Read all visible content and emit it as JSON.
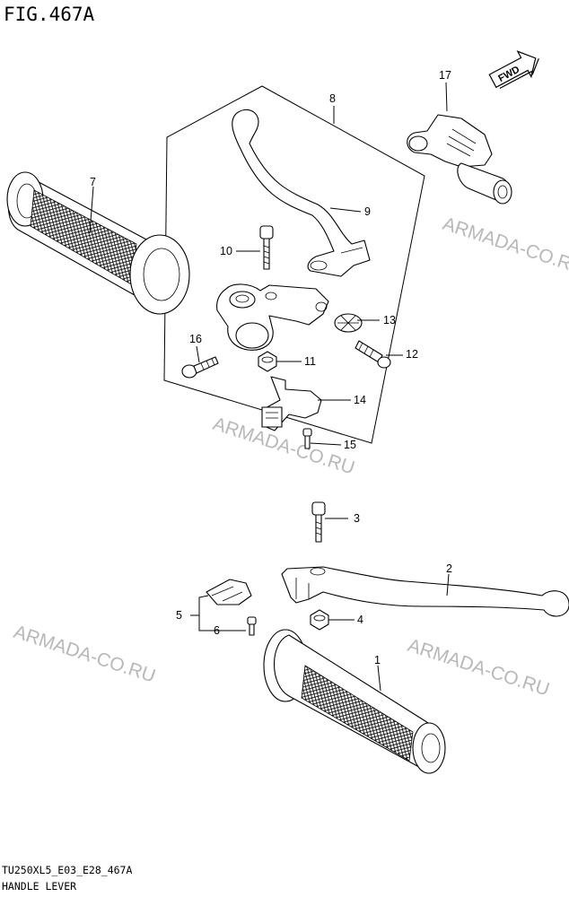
{
  "figure": {
    "title": "FIG.467A",
    "footer_code": "TU250XL5_E03_E28_467A",
    "footer_name": "HANDLE LEVER"
  },
  "direction_badge": "FWD",
  "watermarks": [
    "ARMADA-CO.RU",
    "ARMADA-CO.RU",
    "ARMADA-CO.RU",
    "ARMADA-CO.RU"
  ],
  "callouts": [
    {
      "id": "c1",
      "label": "1"
    },
    {
      "id": "c2",
      "label": "2"
    },
    {
      "id": "c3",
      "label": "3"
    },
    {
      "id": "c4",
      "label": "4"
    },
    {
      "id": "c5",
      "label": "5"
    },
    {
      "id": "c6",
      "label": "6"
    },
    {
      "id": "c7",
      "label": "7"
    },
    {
      "id": "c8",
      "label": "8"
    },
    {
      "id": "c9",
      "label": "9"
    },
    {
      "id": "c10",
      "label": "10"
    },
    {
      "id": "c11",
      "label": "11"
    },
    {
      "id": "c12",
      "label": "12"
    },
    {
      "id": "c13",
      "label": "13"
    },
    {
      "id": "c14",
      "label": "14"
    },
    {
      "id": "c15",
      "label": "15"
    },
    {
      "id": "c16",
      "label": "16"
    },
    {
      "id": "c17",
      "label": "17"
    }
  ]
}
